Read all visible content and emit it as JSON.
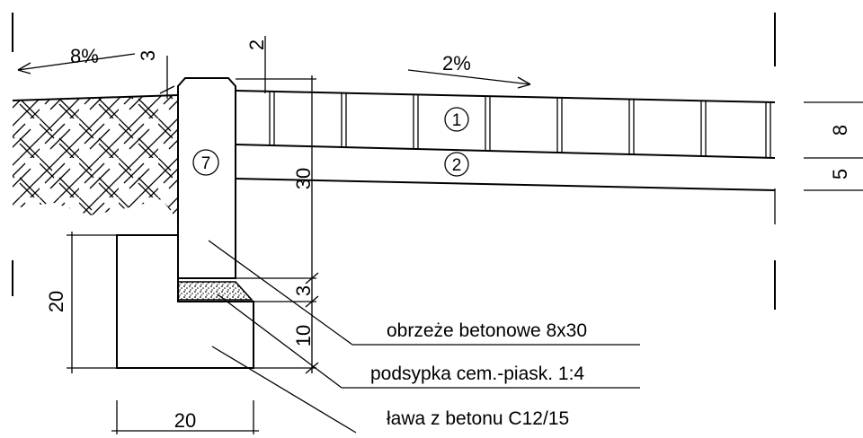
{
  "slopes": {
    "left": "8%",
    "right": "2%"
  },
  "dimensions": {
    "gap_top": "3",
    "offset_top": "2",
    "curb_height": "30",
    "bedding_thickness": "3",
    "curb_embed": "10",
    "foundation_height": "20",
    "foundation_width": "20",
    "layer1_thickness": "8",
    "layer2_thickness": "5"
  },
  "markers": {
    "layer1": "1",
    "layer2": "2",
    "curb": "7"
  },
  "labels": {
    "curb": "obrzeże betonowe 8x30",
    "bedding": "podsypka cem.-piask. 1:4",
    "foundation": "ława z betonu C12/15"
  }
}
